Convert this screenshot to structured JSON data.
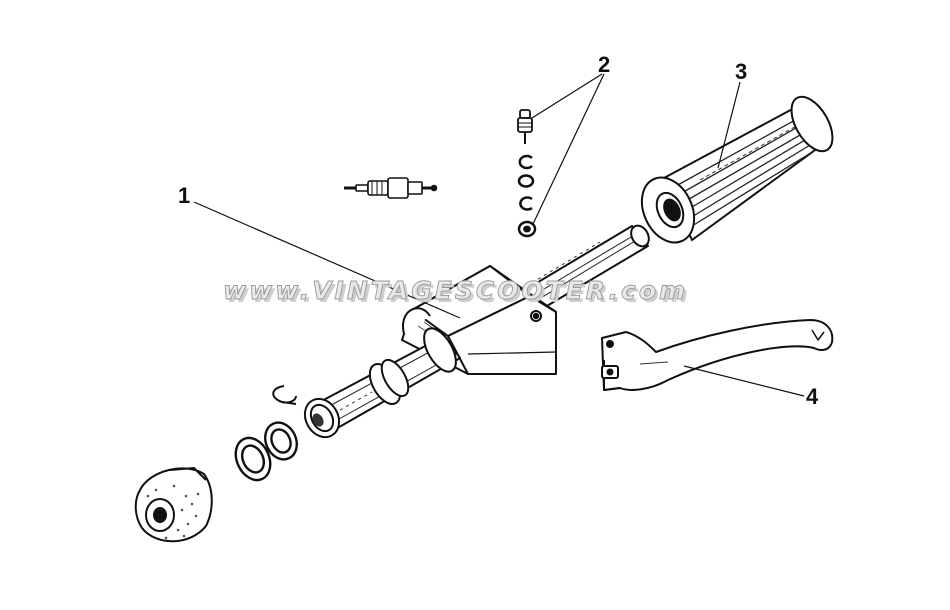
{
  "diagram": {
    "watermark": "www.VINTAGESCOOTER.com",
    "callouts": [
      {
        "id": "1",
        "label": "1"
      },
      {
        "id": "2",
        "label": "2"
      },
      {
        "id": "3",
        "label": "3"
      },
      {
        "id": "4",
        "label": "4"
      }
    ],
    "parts": [
      "handlebar-tube",
      "cable-adjuster-set",
      "handle-grip",
      "brake-lever",
      "cable-adjuster",
      "circlip",
      "washer",
      "ring",
      "switch-housing"
    ]
  }
}
